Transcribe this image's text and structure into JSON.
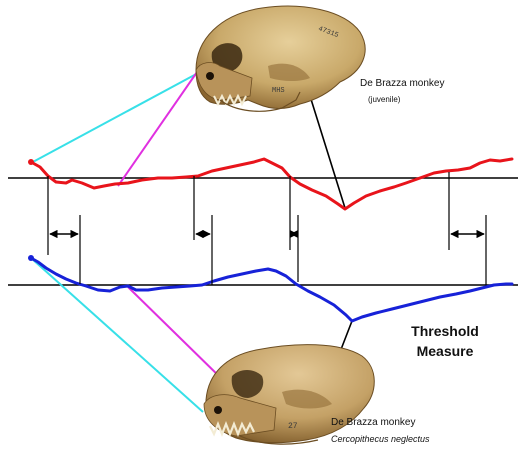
{
  "labels": {
    "top_skull_name": "De Brazza monkey",
    "top_skull_note": "(juvenile)",
    "threshold_title": "Threshold Measure",
    "bottom_skull_name": "De Brazza monkey",
    "bottom_skull_species": "Cercopithecus neglectus"
  },
  "colors": {
    "top_curve": "#e8141b",
    "bottom_curve": "#1722d8",
    "landmark_line_a": "#38e0e8",
    "landmark_line_b": "#e030e0",
    "baseline": "#000000",
    "bone": "#c9a96a",
    "bone_shadow": "#7a5a2c"
  },
  "icons": {
    "top_specimen": "juvenile-skull-icon",
    "bottom_specimen": "adult-skull-icon",
    "interval_marker": "double-arrow-icon"
  }
}
